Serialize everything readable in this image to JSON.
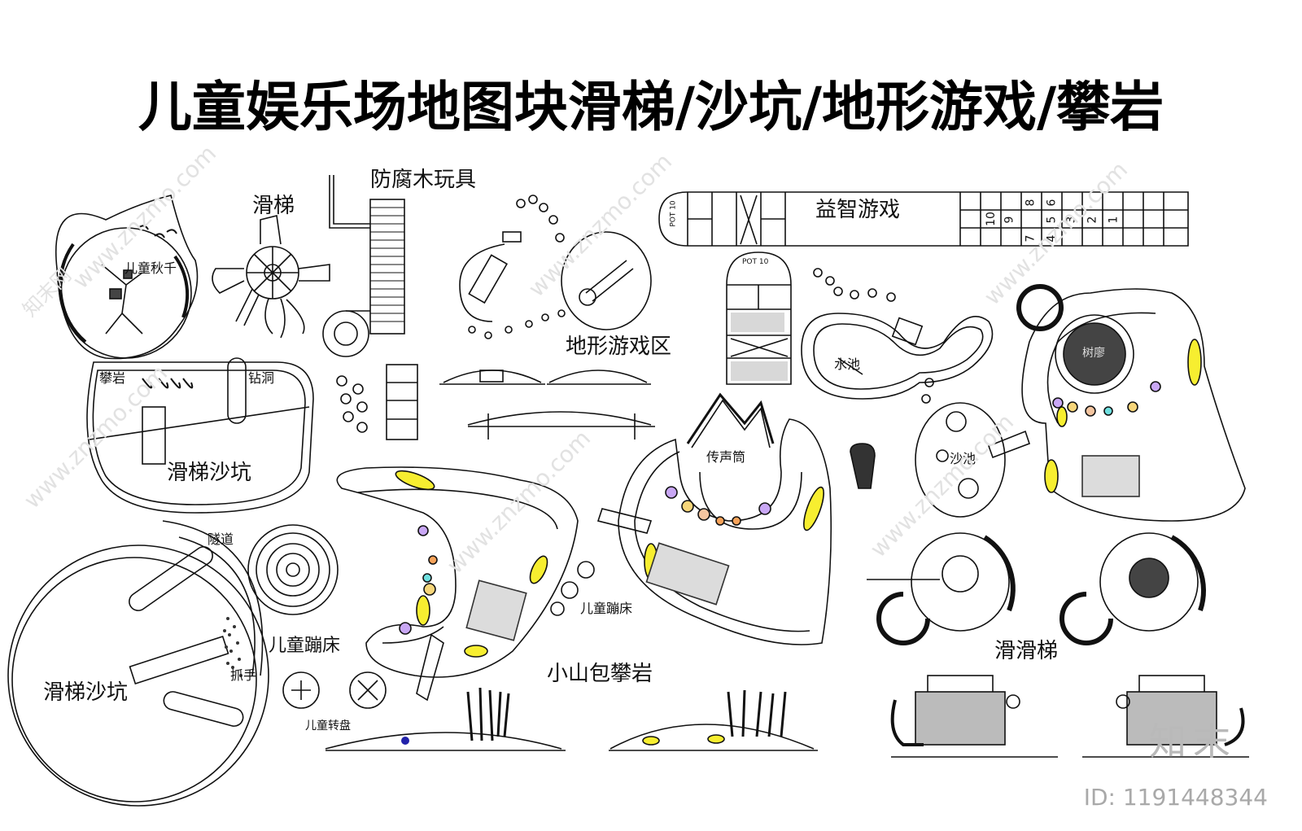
{
  "title": "儿童娱乐场地图块滑梯/沙坑/地形游戏/攀岩",
  "labels": {
    "swing": "儿童秋千",
    "slide": "滑梯",
    "wood_toys": "防腐木玩具",
    "puzzle_game": "益智游戏",
    "climb_rock": "攀岩",
    "drill_hole": "钻洞",
    "slide_sandpit_1": "滑梯沙坑",
    "terrain_area": "地形游戏区",
    "pool": "水池",
    "sandpit": "沙池",
    "voice_tube": "传声筒",
    "tunnel": "隧道",
    "trampoline_1": "儿童蹦床",
    "trampoline_2": "儿童蹦床",
    "grip": "抓手",
    "slide_sandpit_2": "滑梯沙坑",
    "turntable": "儿童转盘",
    "hill_climb": "小山包攀岩",
    "double_slide": "滑滑梯",
    "tree_pool": "树廖"
  },
  "hopscotch": {
    "pot": "POT 10",
    "numbers": [
      "10",
      "9",
      "8",
      "7",
      "6",
      "5",
      "4",
      "3",
      "2",
      "1"
    ]
  },
  "watermark": {
    "brand": "知末",
    "site": "www.znzmo.com",
    "site_cn": "知末网",
    "id": "ID: 1191448344"
  }
}
